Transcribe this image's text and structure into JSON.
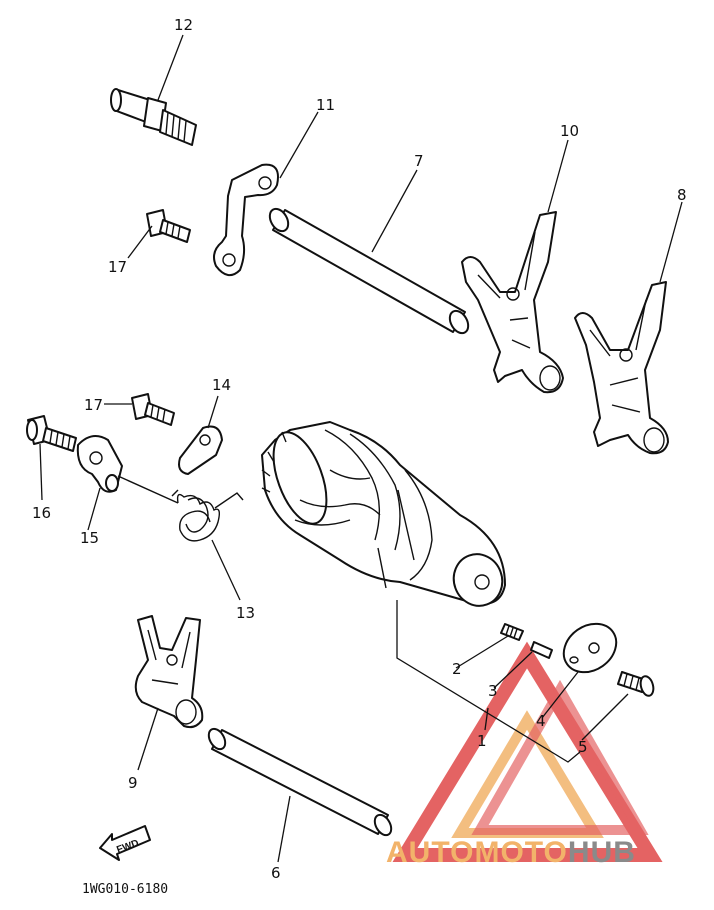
{
  "callouts": {
    "c1": "1",
    "c2": "2",
    "c3": "3",
    "c4": "4",
    "c5": "5",
    "c6": "6",
    "c7": "7",
    "c8": "8",
    "c9": "9",
    "c10": "10",
    "c11": "11",
    "c12": "12",
    "c13": "13",
    "c14": "14",
    "c15": "15",
    "c16": "16",
    "c17a": "17",
    "c17b": "17"
  },
  "fwd_label": "FWD",
  "part_code": "1WG010-6180",
  "watermark": {
    "part1": "AUTOMOTO",
    "part2": "HUB",
    "color_red": "#e04848",
    "color_orange": "#f2b36a",
    "color_gray": "#8a8a8a"
  }
}
